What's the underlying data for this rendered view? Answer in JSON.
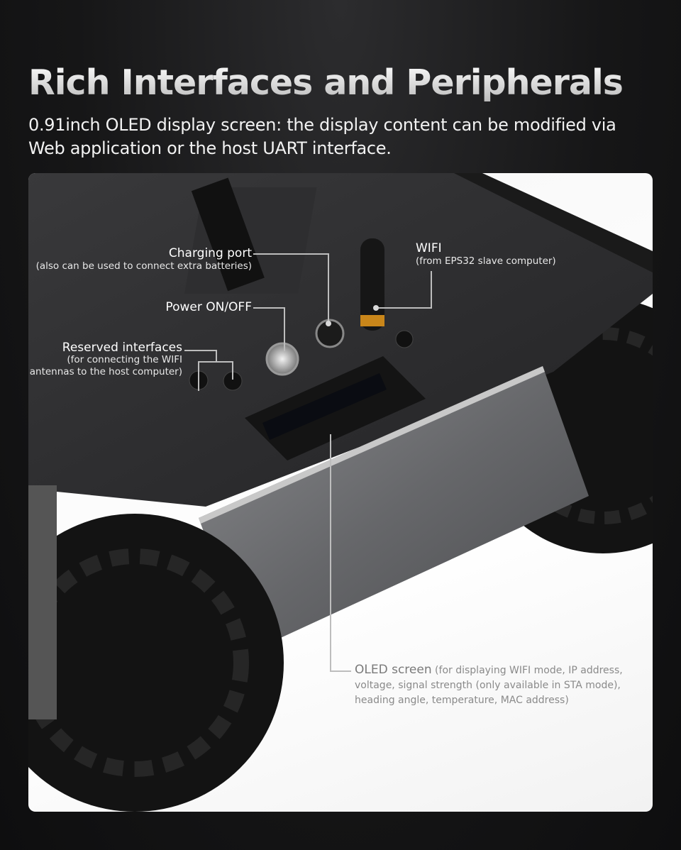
{
  "header": {
    "title": "Rich Interfaces and Peripherals",
    "subtitle": "0.91inch OLED display screen: the display content can be modified via Web application or the host UART interface."
  },
  "callouts": {
    "charging": {
      "label": "Charging port",
      "note": "(also can be used to connect extra batteries)"
    },
    "power": {
      "label": "Power ON/OFF"
    },
    "reserved": {
      "label": "Reserved interfaces",
      "note1": "(for connecting the WIFI",
      "note2": "antennas to the host computer)"
    },
    "wifi": {
      "label": "WIFI",
      "note": "(from EPS32 slave computer)"
    },
    "oled": {
      "label": "OLED screen",
      "note": " (for displaying WIFI mode, IP address, voltage, signal strength (only available in STA mode), heading angle, temperature, MAC address)"
    }
  },
  "colors": {
    "chassis": "#2a2a2c",
    "panel": "#6e6f72",
    "tire": "#111111",
    "antenna_ring": "#c9861a"
  }
}
